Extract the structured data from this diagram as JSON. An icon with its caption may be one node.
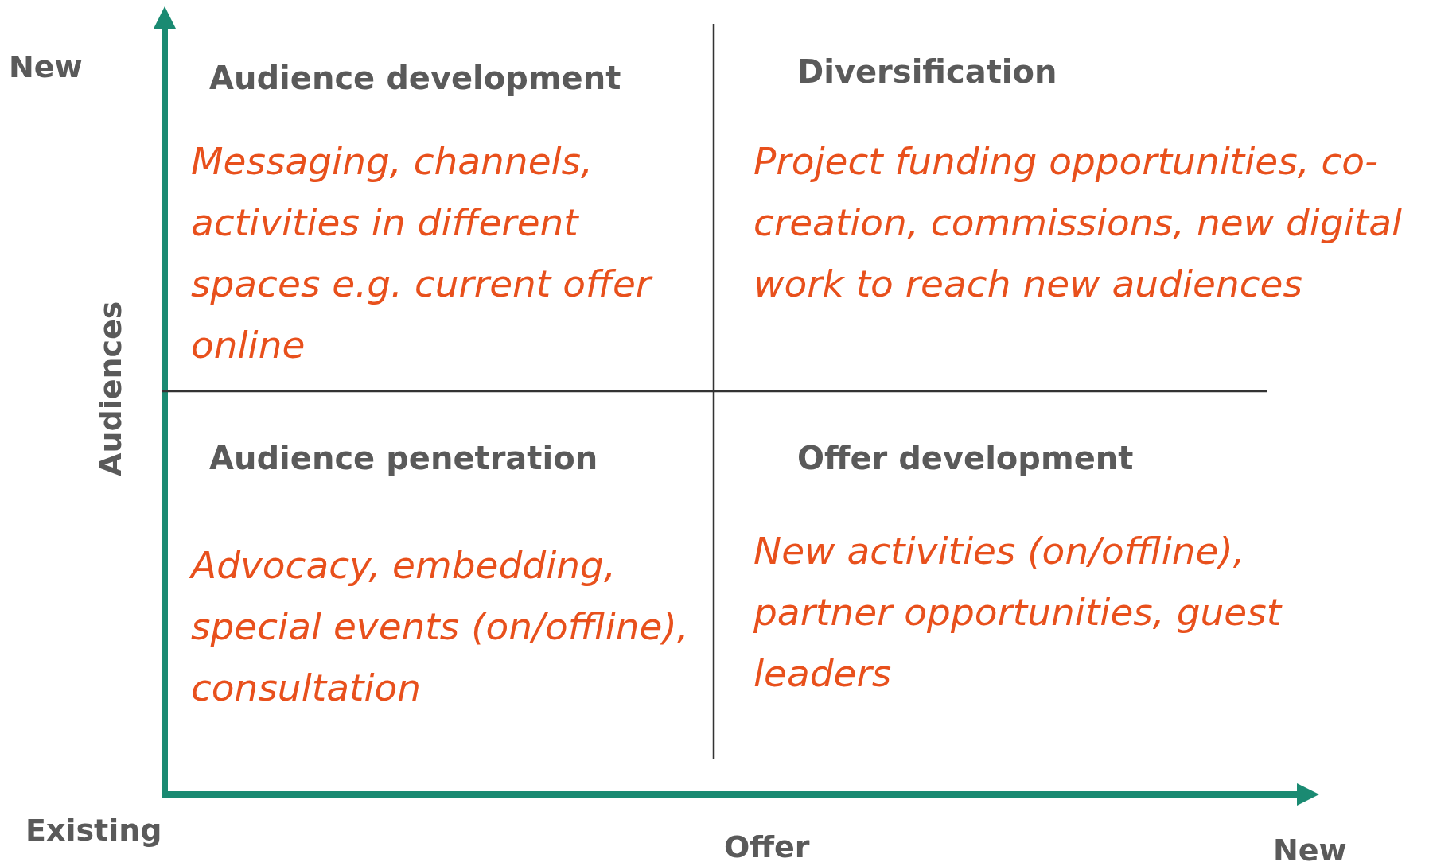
{
  "diagram": {
    "nodes": [
      {
        "text": [
          "Audience development",
          "Messaging, channels, activities in different spaces e.g. current offer online"
        ]
      },
      {
        "text": [
          "Diversification",
          "Project funding opportunities, co-creation, commissions, new digital work to reach new audiences"
        ]
      },
      {
        "text": [
          "Audience penetration",
          "Advocacy, embedding, special events (on/offline), consultation"
        ]
      },
      {
        "text": [
          "Offer development",
          "New activities (on/offline), partner opportunities, guest leaders"
        ]
      }
    ],
    "labels": [
      "New",
      "Audiences",
      "Existing",
      "Offer",
      "New"
    ]
  }
}
